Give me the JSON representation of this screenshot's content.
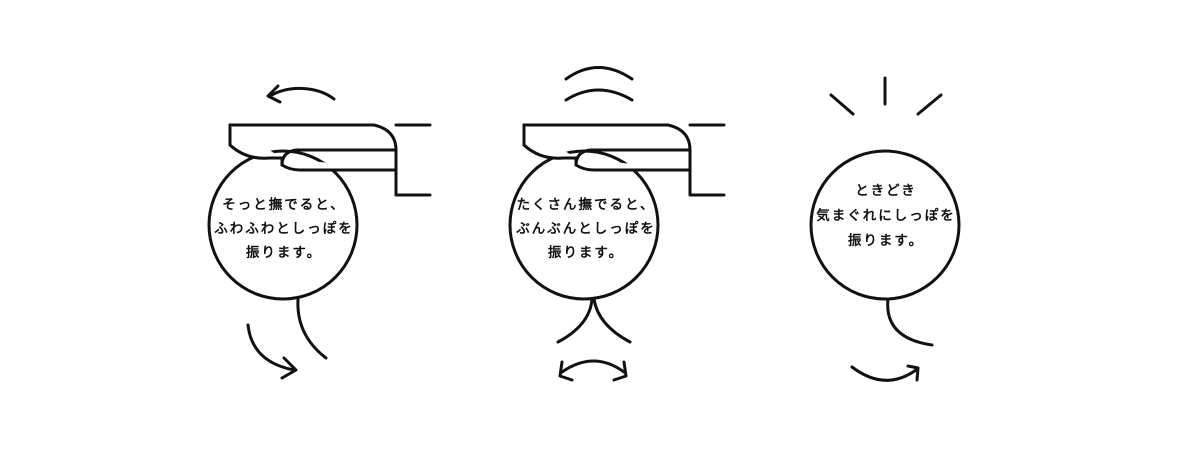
{
  "colors": {
    "background": "#ffffff",
    "stroke": "#111111"
  },
  "panels": [
    {
      "name": "stroke-gently",
      "lines": [
        "そっと撫でると、",
        "ふわふわとしっぽを",
        "振ります。"
      ],
      "icons": [
        "hand-icon",
        "rotate-arrow-icon",
        "tail-icon",
        "tail-swing-arrow-icon"
      ]
    },
    {
      "name": "stroke-a-lot",
      "lines": [
        "たくさん撫でると、",
        "ぶんぶんとしっぽを",
        "振ります。"
      ],
      "icons": [
        "hand-icon",
        "vibration-arcs-icon",
        "tail-icon",
        "double-arrow-icon"
      ]
    },
    {
      "name": "random",
      "lines": [
        "ときどき",
        "気まぐれにしっぽを",
        "振ります。"
      ],
      "icons": [
        "sparkle-rays-icon",
        "tail-icon",
        "tail-swing-arrow-icon"
      ]
    }
  ]
}
